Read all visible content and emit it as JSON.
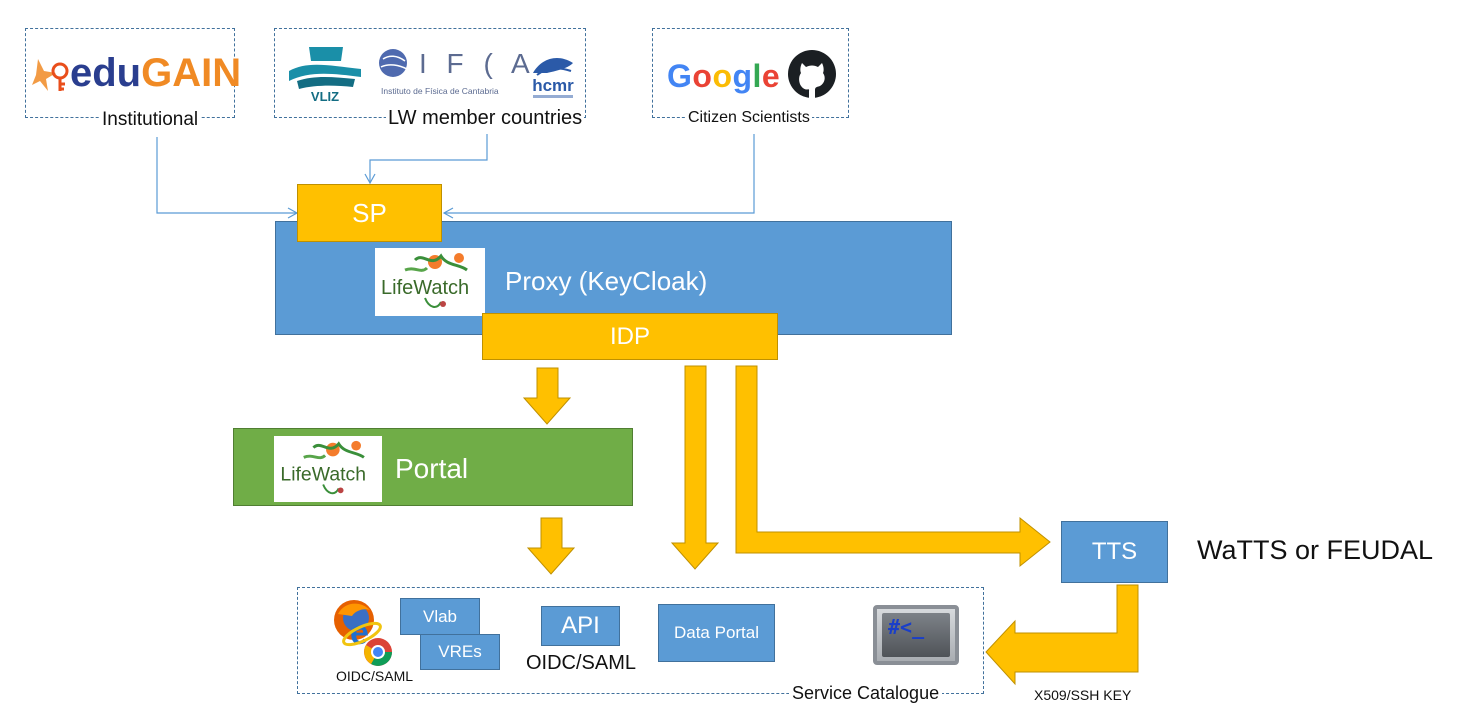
{
  "sources": {
    "institutional": {
      "label": "Institutional",
      "logo_text": "eduGAIN",
      "logo_icon": "edugain-key-icon"
    },
    "member_countries": {
      "label": "LW member countries",
      "logos": [
        {
          "name": "vliz-logo",
          "text": "VLIZ"
        },
        {
          "name": "ifca-logo",
          "text": "I F ( A",
          "subtext": "Instituto de Física de Cantabria"
        },
        {
          "name": "hcmr-logo",
          "text": "hcmr"
        }
      ]
    },
    "citizen": {
      "label": "Citizen Scientists",
      "logos": [
        {
          "name": "google-logo",
          "text": "Google"
        },
        {
          "name": "github-logo",
          "text": ""
        }
      ]
    }
  },
  "sp": {
    "label": "SP"
  },
  "proxy": {
    "label": "Proxy (KeyCloak)",
    "logo_text": "LifeWatch"
  },
  "idp": {
    "label": "IDP"
  },
  "portal": {
    "label": "Portal",
    "logo_text": "LifeWatch"
  },
  "tts": {
    "label": "TTS",
    "side_label": "WaTTS or FEUDAL"
  },
  "catalogue": {
    "label": "Service Catalogue",
    "vlab": "Vlab",
    "vres": "VREs",
    "oidc_browser": "OIDC/SAML",
    "api": "API",
    "oidc_api": "OIDC/SAML",
    "data_portal": "Data Portal",
    "terminal": "#<_"
  },
  "x509_label": "X509/SSH KEY",
  "colors": {
    "blue": "#5b9bd5",
    "gold": "#ffc000",
    "green": "#70ad47",
    "dash": "#41719c"
  }
}
